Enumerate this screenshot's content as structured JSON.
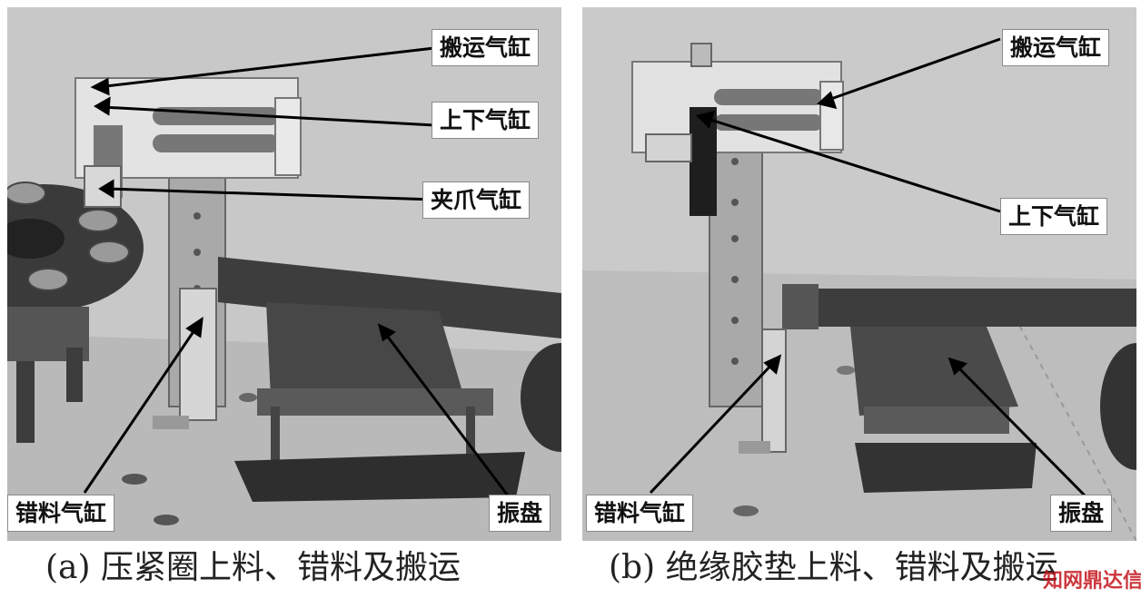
{
  "figure": {
    "panel_a": {
      "labels": {
        "transport_cylinder": "搬运气缸",
        "lift_cylinder": "上下气缸",
        "gripper_cylinder": "夹爪气缸",
        "offset_cylinder": "错料气缸",
        "vibratory_bowl": "振盘"
      },
      "caption": "(a) 压紧圈上料、错料及搬运"
    },
    "panel_b": {
      "labels": {
        "transport_cylinder": "搬运气缸",
        "lift_cylinder": "上下气缸",
        "offset_cylinder": "错料气缸",
        "vibratory_bowl": "振盘"
      },
      "caption": "(b) 绝缘胶垫上料、错料及搬运"
    },
    "watermark": "知网鼎达信"
  }
}
